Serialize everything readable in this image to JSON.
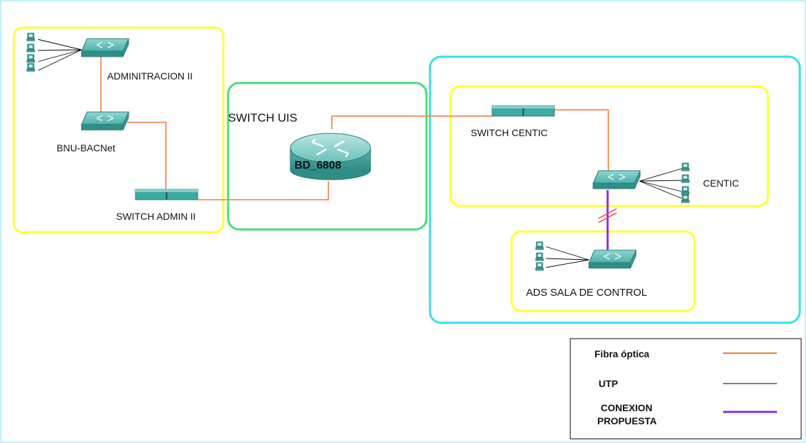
{
  "labels": {
    "admin2": "ADMINITRACION II",
    "bnu": "BNU-BACNet",
    "switch_admin2": "SWITCH ADMIN II",
    "switch_uis": "SWITCH UIS",
    "router": "BD_6808",
    "switch_centic": "SWITCH CENTIC",
    "centic": "CENTIC",
    "ads": "ADS SALA DE CONTROL"
  },
  "legend": {
    "fiber_label": "Fibra óptica",
    "utp_label": "UTP",
    "proposed_label_line1": "CONEXION",
    "proposed_label_line2": "PROPUESTA"
  },
  "colors": {
    "fiber": "#f07a3a",
    "utp": "#000000",
    "proposed": "#8a2be2",
    "group_yellow": "#ffff33",
    "group_green": "#44dd77",
    "group_cyan": "#33e0e8",
    "device": "#3fa9a3"
  }
}
